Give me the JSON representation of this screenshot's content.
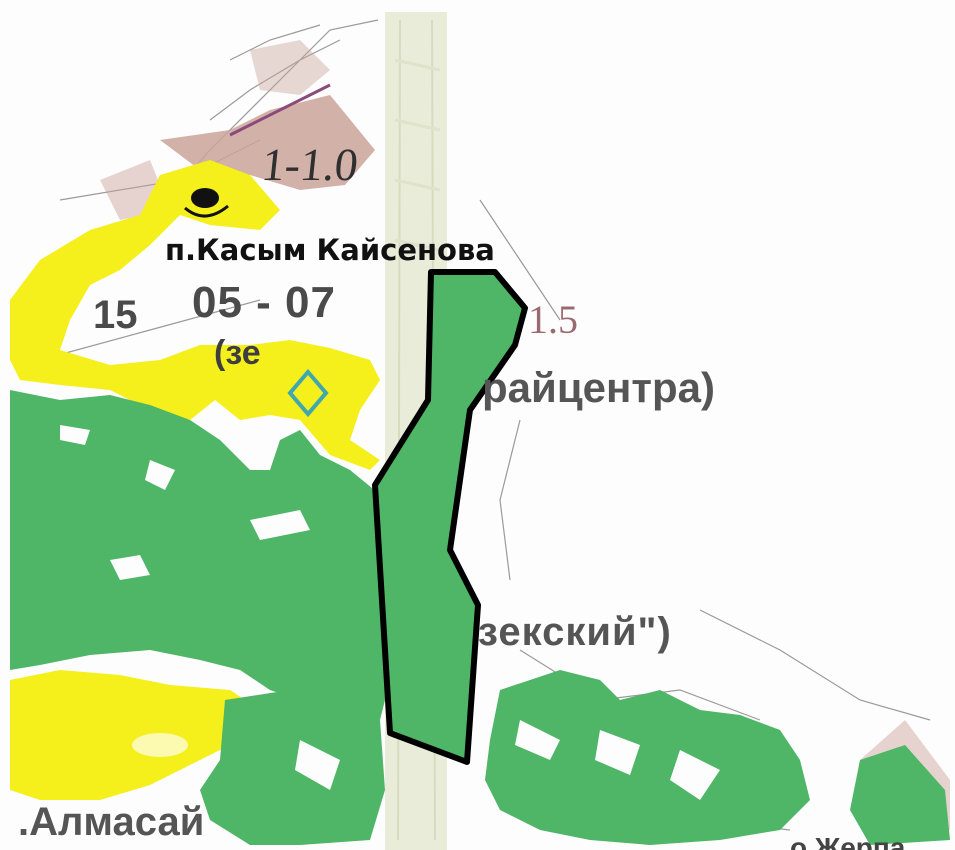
{
  "map": {
    "labels": {
      "village": "п.Касым Кайсенова",
      "block_number": "05 - 07",
      "number_15": "15",
      "contour_right": "1.5",
      "contour_top": "1-1.0",
      "raion_center": "райцентра)",
      "district": "зекский\")",
      "almasai": ".Алмасай",
      "fragment_left": "(зе",
      "bottom_right_fragment": "о.Жерпа"
    },
    "colors": {
      "forest": "#4fb668",
      "highlight": "#f5ef1c",
      "boundary": "#000000",
      "road": "#e9ecd9",
      "terrain": "#caa39a",
      "marker": "#3fa7b0"
    }
  }
}
